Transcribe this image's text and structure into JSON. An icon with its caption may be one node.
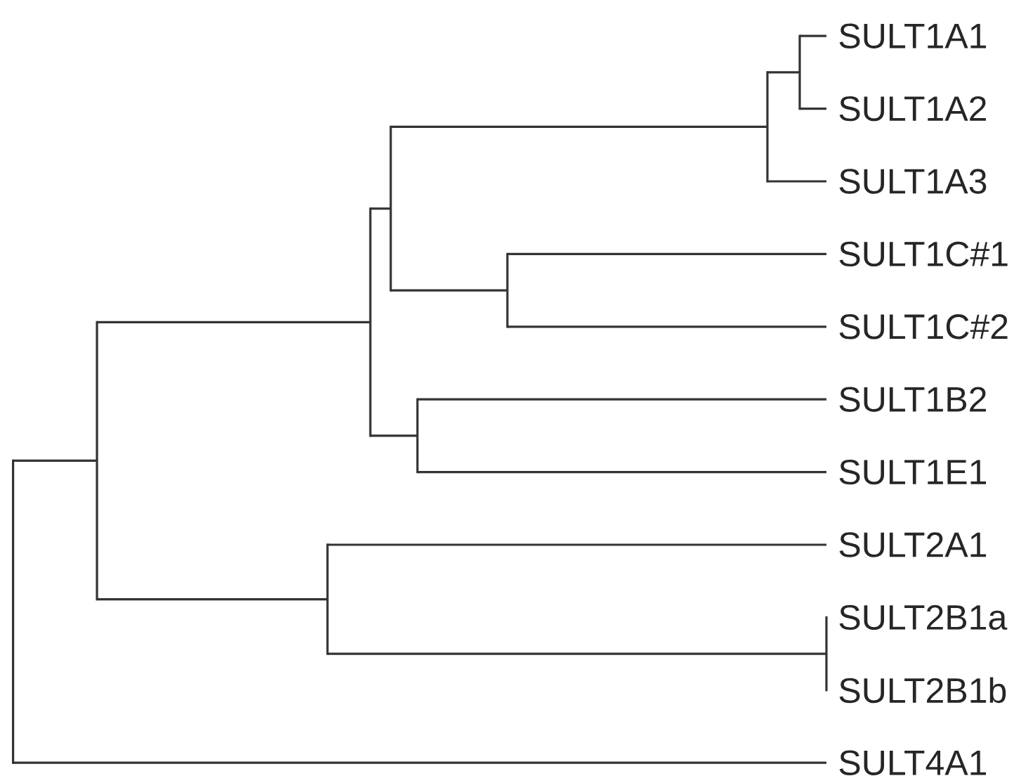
{
  "diagram": {
    "labels": [
      "SULT1A1",
      "SULT1A2",
      "SULT1A3",
      "SULT1C#1",
      "SULT1C#2",
      "SULT1B2",
      "SULT1E1",
      "SULT2A1",
      "SULT2B1a",
      "SULT2B1b",
      "SULT4A1"
    ]
  }
}
